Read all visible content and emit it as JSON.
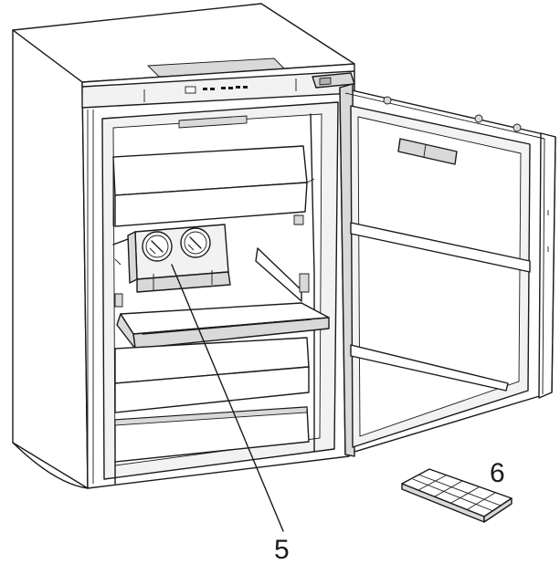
{
  "callouts": [
    {
      "label": "5",
      "part": "ice-cube-maker"
    },
    {
      "label": "6",
      "part": "ice-cube-tray"
    }
  ],
  "colors": {
    "line": "#1a1a1a",
    "background": "#ffffff",
    "shade_light": "#f2f2f2",
    "shade_mid": "#d9d9d9",
    "shade_dark": "#b3b3b3"
  }
}
